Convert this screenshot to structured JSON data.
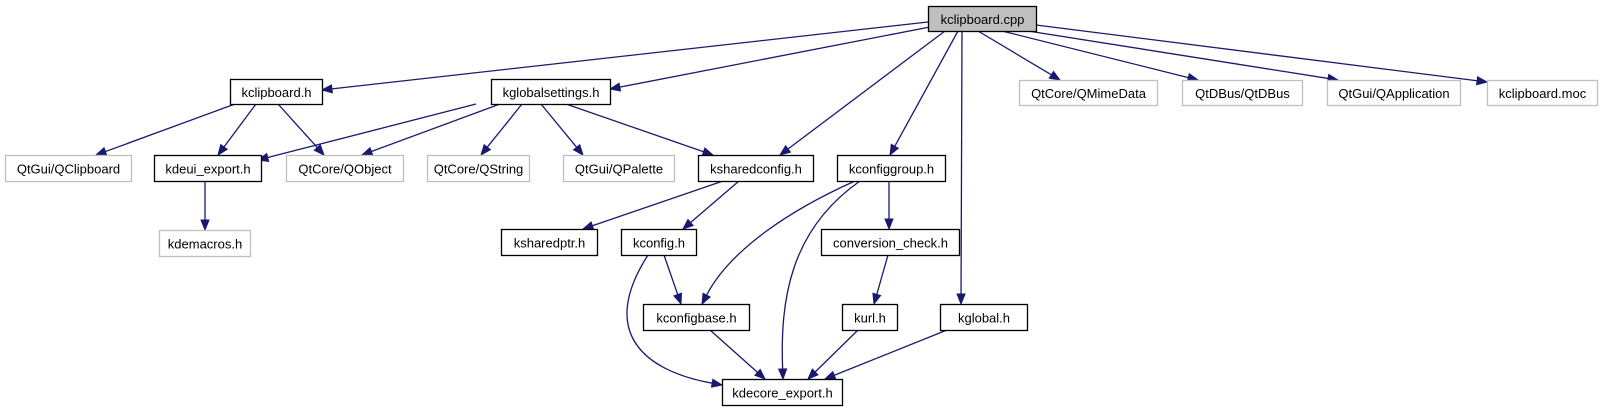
{
  "diagram": {
    "title": "kclipboard.cpp",
    "edge_color": "#191970",
    "nodes": [
      {
        "id": "root",
        "label": "kclipboard.cpp",
        "kind": "root"
      },
      {
        "id": "kclipboard_h",
        "label": "kclipboard.h",
        "kind": "internal"
      },
      {
        "id": "kglobalsettings_h",
        "label": "kglobalsettings.h",
        "kind": "internal"
      },
      {
        "id": "qmimedata",
        "label": "QtCore/QMimeData",
        "kind": "external"
      },
      {
        "id": "qtdbus",
        "label": "QtDBus/QtDBus",
        "kind": "external"
      },
      {
        "id": "qapplication",
        "label": "QtGui/QApplication",
        "kind": "external"
      },
      {
        "id": "kclipboard_moc",
        "label": "kclipboard.moc",
        "kind": "external"
      },
      {
        "id": "qclipboard",
        "label": "QtGui/QClipboard",
        "kind": "external"
      },
      {
        "id": "kdeui_export_h",
        "label": "kdeui_export.h",
        "kind": "internal"
      },
      {
        "id": "qobject",
        "label": "QtCore/QObject",
        "kind": "external"
      },
      {
        "id": "qstring",
        "label": "QtCore/QString",
        "kind": "external"
      },
      {
        "id": "qpalette",
        "label": "QtGui/QPalette",
        "kind": "external"
      },
      {
        "id": "ksharedconfig_h",
        "label": "ksharedconfig.h",
        "kind": "internal"
      },
      {
        "id": "kconfiggroup_h",
        "label": "kconfiggroup.h",
        "kind": "internal"
      },
      {
        "id": "kdemacros_h",
        "label": "kdemacros.h",
        "kind": "external"
      },
      {
        "id": "ksharedptr_h",
        "label": "ksharedptr.h",
        "kind": "internal"
      },
      {
        "id": "kconfig_h",
        "label": "kconfig.h",
        "kind": "internal"
      },
      {
        "id": "conversion_check_h",
        "label": "conversion_check.h",
        "kind": "internal"
      },
      {
        "id": "kconfigbase_h",
        "label": "kconfigbase.h",
        "kind": "internal"
      },
      {
        "id": "kurl_h",
        "label": "kurl.h",
        "kind": "internal"
      },
      {
        "id": "kglobal_h",
        "label": "kglobal.h",
        "kind": "internal"
      },
      {
        "id": "kdecore_export_h",
        "label": "kdecore_export.h",
        "kind": "internal"
      }
    ],
    "edges": [
      {
        "from": "root",
        "to": "kclipboard_h"
      },
      {
        "from": "root",
        "to": "kglobalsettings_h"
      },
      {
        "from": "root",
        "to": "ksharedconfig_h"
      },
      {
        "from": "root",
        "to": "kconfiggroup_h"
      },
      {
        "from": "root",
        "to": "kglobal_h"
      },
      {
        "from": "root",
        "to": "qmimedata"
      },
      {
        "from": "root",
        "to": "qtdbus"
      },
      {
        "from": "root",
        "to": "qapplication"
      },
      {
        "from": "root",
        "to": "kclipboard_moc"
      },
      {
        "from": "kclipboard_h",
        "to": "qclipboard"
      },
      {
        "from": "kclipboard_h",
        "to": "kdeui_export_h"
      },
      {
        "from": "kclipboard_h",
        "to": "qobject"
      },
      {
        "from": "kglobalsettings_h",
        "to": "kdeui_export_h"
      },
      {
        "from": "kglobalsettings_h",
        "to": "qobject"
      },
      {
        "from": "kglobalsettings_h",
        "to": "qstring"
      },
      {
        "from": "kglobalsettings_h",
        "to": "qpalette"
      },
      {
        "from": "kglobalsettings_h",
        "to": "ksharedconfig_h"
      },
      {
        "from": "kdeui_export_h",
        "to": "kdemacros_h"
      },
      {
        "from": "ksharedconfig_h",
        "to": "ksharedptr_h"
      },
      {
        "from": "ksharedconfig_h",
        "to": "kconfig_h"
      },
      {
        "from": "kconfiggroup_h",
        "to": "kconfigbase_h"
      },
      {
        "from": "kconfiggroup_h",
        "to": "kdecore_export_h"
      },
      {
        "from": "kconfiggroup_h",
        "to": "conversion_check_h"
      },
      {
        "from": "kconfig_h",
        "to": "kconfigbase_h"
      },
      {
        "from": "kconfig_h",
        "to": "kdecore_export_h"
      },
      {
        "from": "conversion_check_h",
        "to": "kurl_h"
      },
      {
        "from": "kconfigbase_h",
        "to": "kdecore_export_h"
      },
      {
        "from": "kurl_h",
        "to": "kdecore_export_h"
      },
      {
        "from": "kglobal_h",
        "to": "kdecore_export_h"
      }
    ]
  }
}
